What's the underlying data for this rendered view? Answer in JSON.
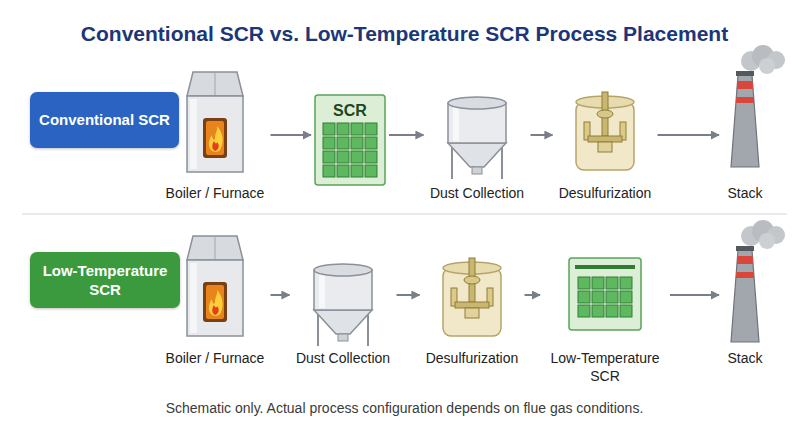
{
  "diagram": {
    "title": "Conventional SCR vs. Low-Temperature SCR Process Placement",
    "caption": "Schematic only. Actual process configuration depends on flue gas conditions.",
    "nodes": [
      {
        "text": [
          "Conventional SCR"
        ]
      },
      {
        "text": [
          "Boiler / Furnace"
        ]
      },
      {
        "text": [
          "SCR"
        ]
      },
      {
        "text": [
          "Dust Collection"
        ]
      },
      {
        "text": [
          "Desulfurization"
        ]
      },
      {
        "text": [
          "Stack"
        ]
      },
      {
        "text": [
          "Low-Temperature SCR"
        ]
      },
      {
        "text": [
          "Boiler / Furnace"
        ]
      },
      {
        "text": [
          "Dust Collection"
        ]
      },
      {
        "text": [
          "Desulfurization"
        ]
      },
      {
        "text": [
          "Low-Temperature SCR"
        ]
      },
      {
        "text": [
          "Stack"
        ]
      }
    ],
    "edges": [
      {
        "from": 1,
        "to": 2,
        "arrow": "to"
      },
      {
        "from": 2,
        "to": 3,
        "arrow": "to"
      },
      {
        "from": 3,
        "to": 4,
        "arrow": "to"
      },
      {
        "from": 4,
        "to": 5,
        "arrow": "to"
      },
      {
        "from": 7,
        "to": 8,
        "arrow": "to"
      },
      {
        "from": 8,
        "to": 9,
        "arrow": "to"
      },
      {
        "from": 9,
        "to": 10,
        "arrow": "to"
      },
      {
        "from": 10,
        "to": 11,
        "arrow": "to"
      }
    ]
  }
}
